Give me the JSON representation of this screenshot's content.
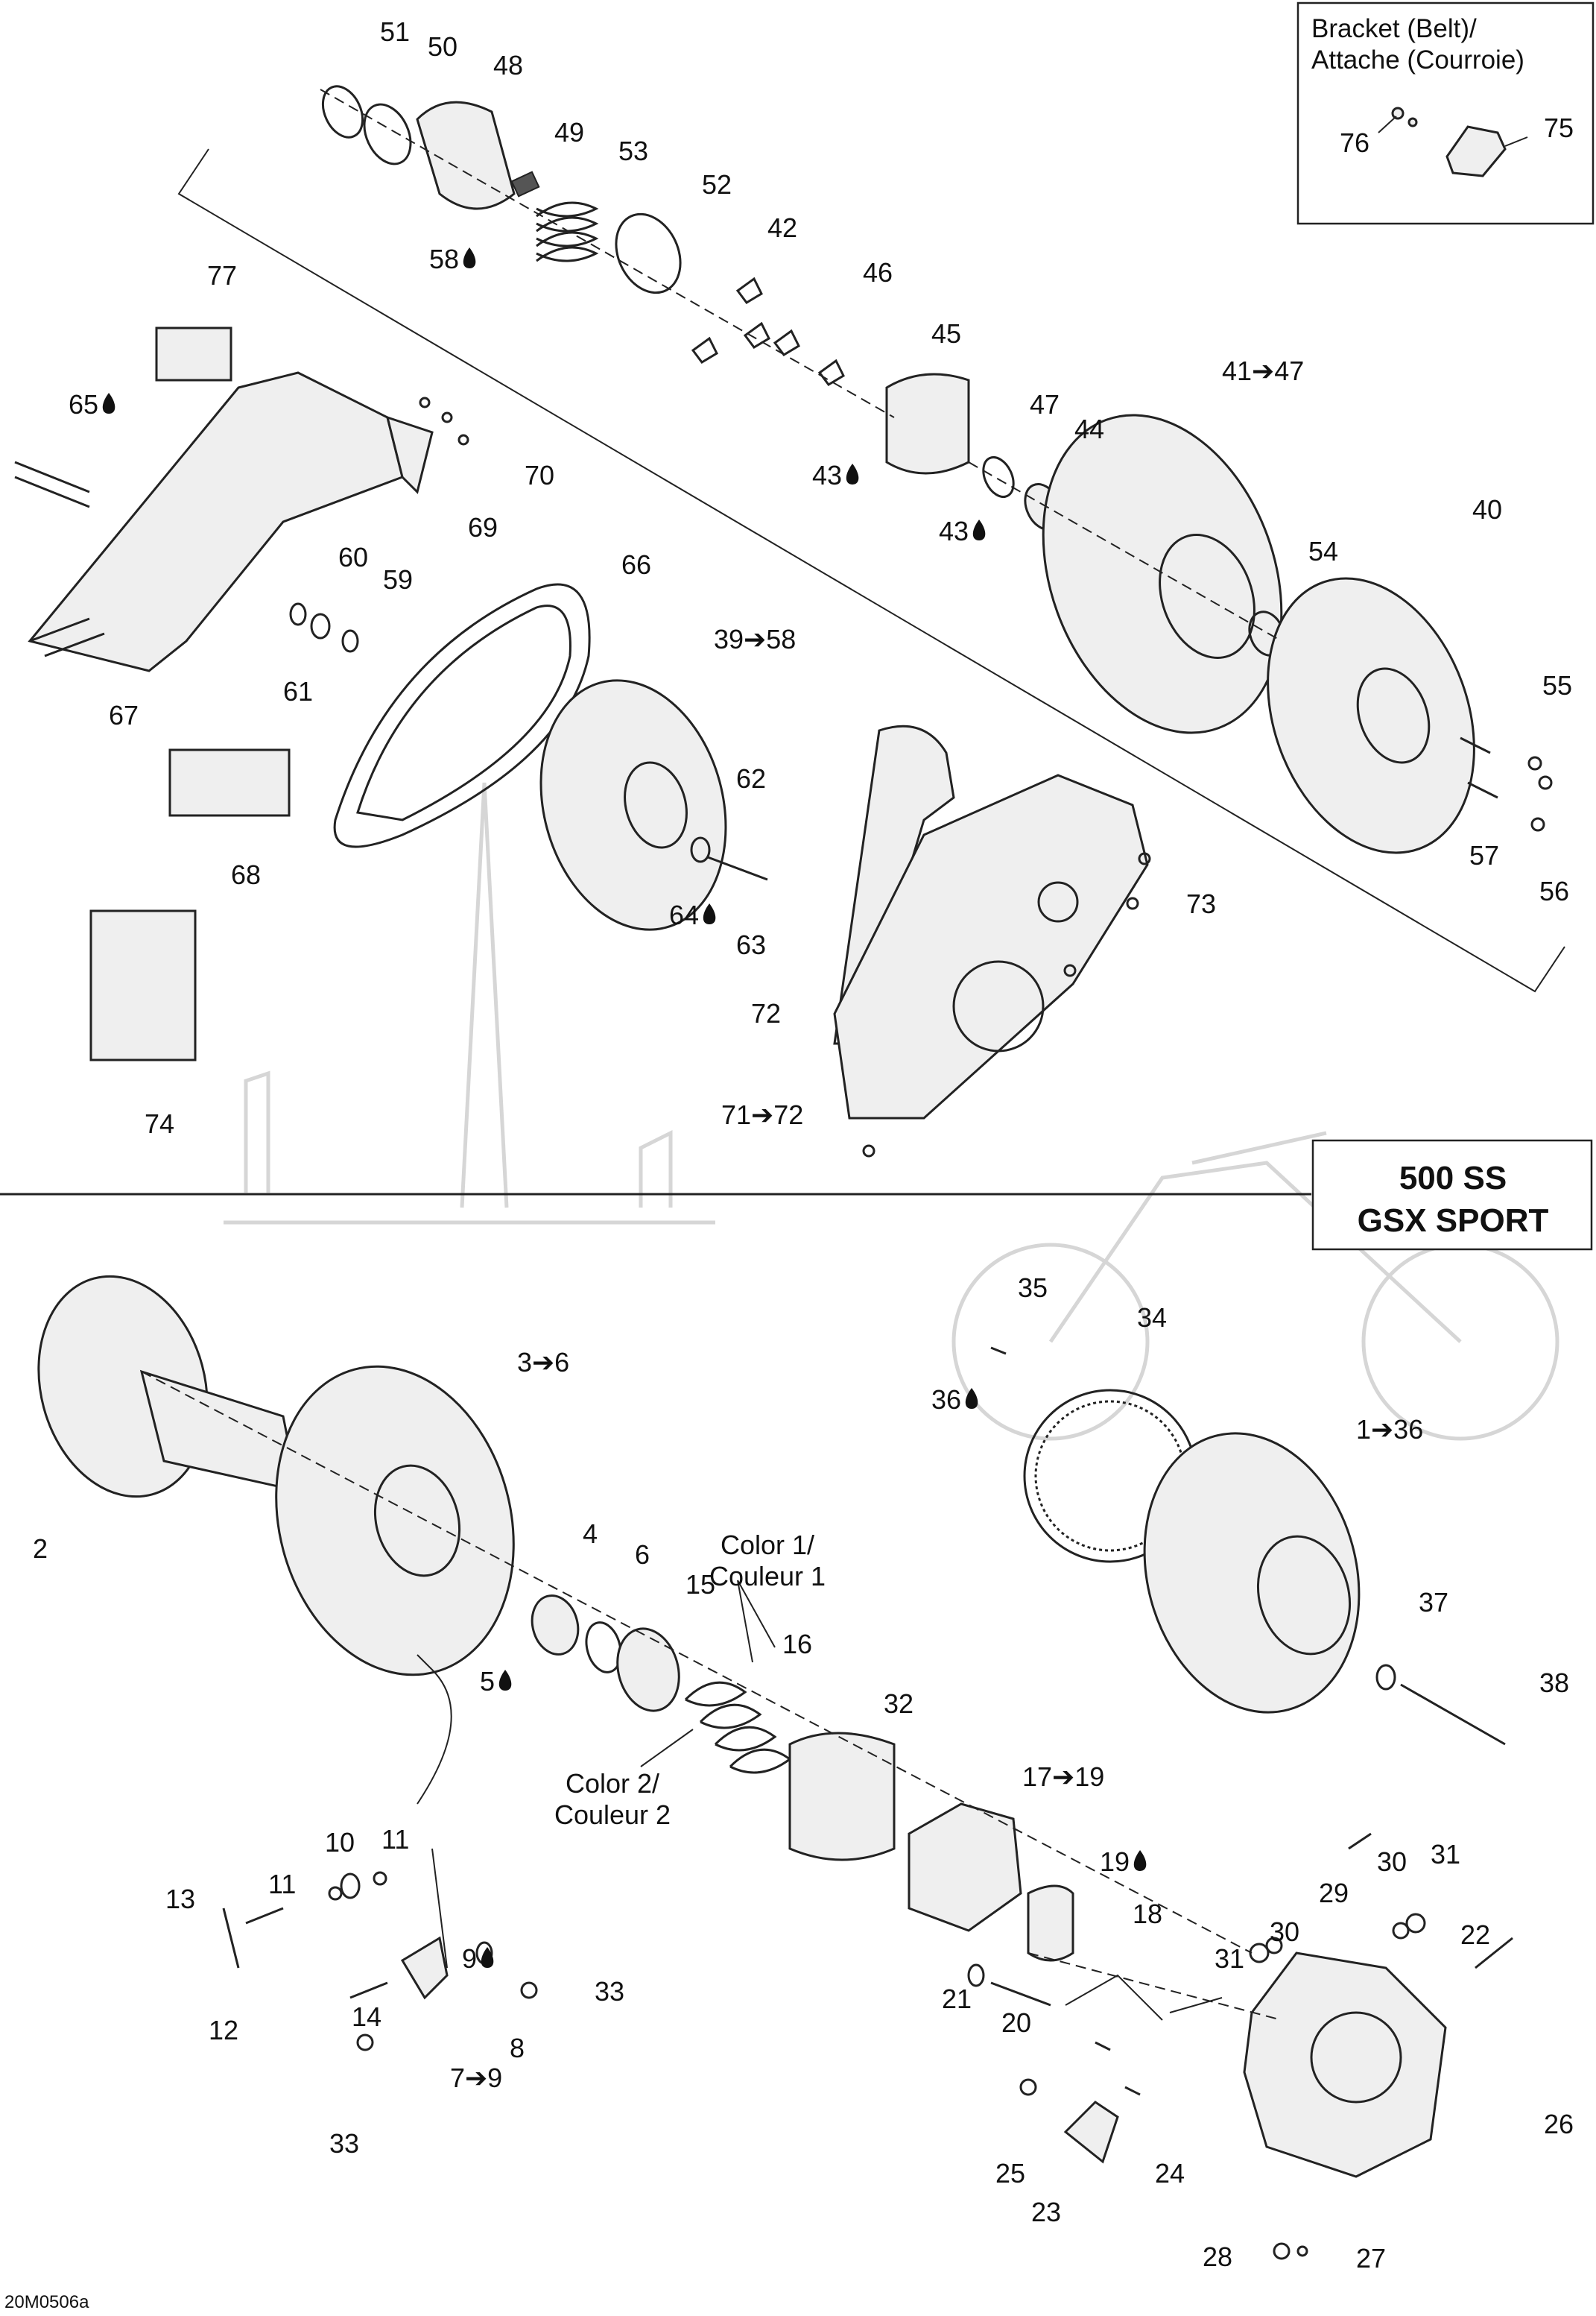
{
  "inset": {
    "title_line1": "Bracket (Belt)/",
    "title_line2": "Attache (Courroie)"
  },
  "models": {
    "line1": "500 SS",
    "line2": "GSX SPORT"
  },
  "annotations": {
    "color1_line1": "Color 1/",
    "color1_line2": "Couleur 1",
    "color2_line1": "Color 2/",
    "color2_line2": "Couleur 2"
  },
  "drawing_code": "20M0506a",
  "lubricant_icon": "oil-drop-icon",
  "part_labels": [
    {
      "id": "51",
      "text": "51",
      "drop": false
    },
    {
      "id": "50",
      "text": "50",
      "drop": false
    },
    {
      "id": "48",
      "text": "48",
      "drop": false
    },
    {
      "id": "49",
      "text": "49",
      "drop": false
    },
    {
      "id": "53",
      "text": "53",
      "drop": false
    },
    {
      "id": "52",
      "text": "52",
      "drop": false
    },
    {
      "id": "58",
      "text": "58",
      "drop": true
    },
    {
      "id": "42",
      "text": "42",
      "drop": false
    },
    {
      "id": "46",
      "text": "46",
      "drop": false
    },
    {
      "id": "45",
      "text": "45",
      "drop": false
    },
    {
      "id": "41-47",
      "text": "41➔47",
      "drop": false
    },
    {
      "id": "47",
      "text": "47",
      "drop": false
    },
    {
      "id": "44",
      "text": "44",
      "drop": false
    },
    {
      "id": "43a",
      "text": "43",
      "drop": true
    },
    {
      "id": "43b",
      "text": "43",
      "drop": true
    },
    {
      "id": "40",
      "text": "40",
      "drop": false
    },
    {
      "id": "54",
      "text": "54",
      "drop": false
    },
    {
      "id": "55",
      "text": "55",
      "drop": false
    },
    {
      "id": "57",
      "text": "57",
      "drop": false
    },
    {
      "id": "56",
      "text": "56",
      "drop": false
    },
    {
      "id": "76",
      "text": "76",
      "drop": false
    },
    {
      "id": "75",
      "text": "75",
      "drop": false
    },
    {
      "id": "77",
      "text": "77",
      "drop": false
    },
    {
      "id": "65",
      "text": "65",
      "drop": true
    },
    {
      "id": "70",
      "text": "70",
      "drop": false
    },
    {
      "id": "69",
      "text": "69",
      "drop": false
    },
    {
      "id": "60",
      "text": "60",
      "drop": false
    },
    {
      "id": "59",
      "text": "59",
      "drop": false
    },
    {
      "id": "61",
      "text": "61",
      "drop": false
    },
    {
      "id": "66",
      "text": "66",
      "drop": false
    },
    {
      "id": "39-58",
      "text": "39➔58",
      "drop": false
    },
    {
      "id": "67",
      "text": "67",
      "drop": false
    },
    {
      "id": "62",
      "text": "62",
      "drop": false
    },
    {
      "id": "68",
      "text": "68",
      "drop": false
    },
    {
      "id": "64",
      "text": "64",
      "drop": true
    },
    {
      "id": "63",
      "text": "63",
      "drop": false
    },
    {
      "id": "73",
      "text": "73",
      "drop": false
    },
    {
      "id": "72",
      "text": "72",
      "drop": false
    },
    {
      "id": "74",
      "text": "74",
      "drop": false
    },
    {
      "id": "71-72",
      "text": "71➔72",
      "drop": false
    },
    {
      "id": "35",
      "text": "35",
      "drop": false
    },
    {
      "id": "34",
      "text": "34",
      "drop": false
    },
    {
      "id": "3-6",
      "text": "3➔6",
      "drop": false
    },
    {
      "id": "36",
      "text": "36",
      "drop": true
    },
    {
      "id": "1-36",
      "text": "1➔36",
      "drop": false
    },
    {
      "id": "2",
      "text": "2",
      "drop": false
    },
    {
      "id": "4",
      "text": "4",
      "drop": false
    },
    {
      "id": "6",
      "text": "6",
      "drop": false
    },
    {
      "id": "15",
      "text": "15",
      "drop": false
    },
    {
      "id": "16",
      "text": "16",
      "drop": false
    },
    {
      "id": "5",
      "text": "5",
      "drop": true
    },
    {
      "id": "37",
      "text": "37",
      "drop": false
    },
    {
      "id": "38",
      "text": "38",
      "drop": false
    },
    {
      "id": "32",
      "text": "32",
      "drop": false
    },
    {
      "id": "17-19",
      "text": "17➔19",
      "drop": false
    },
    {
      "id": "19",
      "text": "19",
      "drop": true
    },
    {
      "id": "18",
      "text": "18",
      "drop": false
    },
    {
      "id": "10",
      "text": "10",
      "drop": false
    },
    {
      "id": "11a",
      "text": "11",
      "drop": false
    },
    {
      "id": "11b",
      "text": "11",
      "drop": false
    },
    {
      "id": "13",
      "text": "13",
      "drop": false
    },
    {
      "id": "12",
      "text": "12",
      "drop": false
    },
    {
      "id": "9",
      "text": "9",
      "drop": true
    },
    {
      "id": "33a",
      "text": "33",
      "drop": false
    },
    {
      "id": "8",
      "text": "8",
      "drop": false
    },
    {
      "id": "14",
      "text": "14",
      "drop": false
    },
    {
      "id": "7-9",
      "text": "7➔9",
      "drop": false
    },
    {
      "id": "33b",
      "text": "33",
      "drop": false
    },
    {
      "id": "21",
      "text": "21",
      "drop": false
    },
    {
      "id": "20",
      "text": "20",
      "drop": false
    },
    {
      "id": "29",
      "text": "29",
      "drop": false
    },
    {
      "id": "30a",
      "text": "30",
      "drop": false
    },
    {
      "id": "31a",
      "text": "31",
      "drop": false
    },
    {
      "id": "30b",
      "text": "30",
      "drop": false
    },
    {
      "id": "31b",
      "text": "31",
      "drop": false
    },
    {
      "id": "22",
      "text": "22",
      "drop": false
    },
    {
      "id": "25",
      "text": "25",
      "drop": false
    },
    {
      "id": "24",
      "text": "24",
      "drop": false
    },
    {
      "id": "23",
      "text": "23",
      "drop": false
    },
    {
      "id": "26",
      "text": "26",
      "drop": false
    },
    {
      "id": "28",
      "text": "28",
      "drop": false
    },
    {
      "id": "27",
      "text": "27",
      "drop": false
    }
  ]
}
